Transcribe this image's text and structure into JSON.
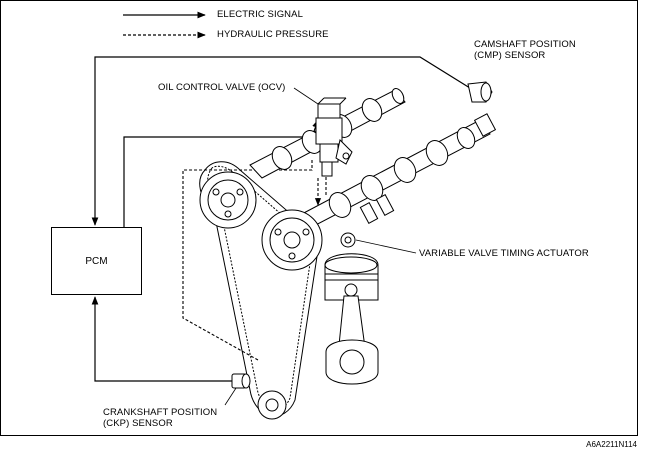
{
  "legend": {
    "electric_signal": "ELECTRIC SIGNAL",
    "hydraulic_pressure": "HYDRAULIC PRESSURE"
  },
  "labels": {
    "cmp_sensor_line1": "CAMSHAFT POSITION",
    "cmp_sensor_line2": "(CMP) SENSOR",
    "ocv": "OIL CONTROL VALVE (OCV)",
    "pcm": "PCM",
    "vvt_actuator": "VARIABLE VALVE TIMING ACTUATOR",
    "ckp_sensor_line1": "CRANKSHAFT POSITION",
    "ckp_sensor_line2": "(CKP) SENSOR"
  },
  "figure_code": "A6A2211N114"
}
